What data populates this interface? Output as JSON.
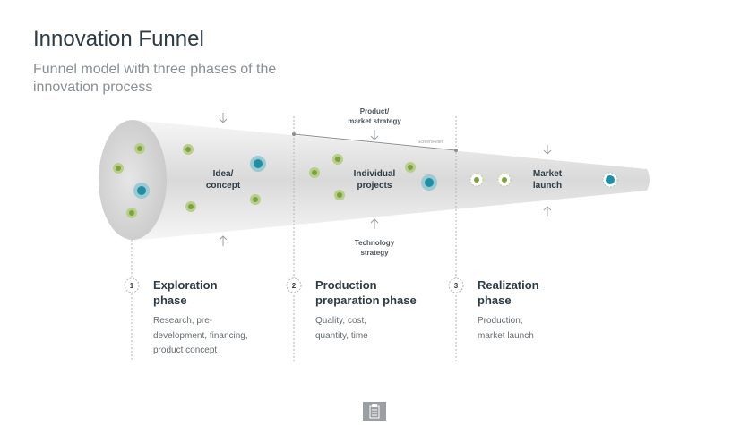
{
  "title": "Innovation Funnel",
  "subtitle": "Funnel model with three phases of the innovation process",
  "funnel": {
    "stage1": {
      "label_line1": "Idea/",
      "label_line2": "concept"
    },
    "stage2": {
      "label_line1": "Individual",
      "label_line2": "projects"
    },
    "stage3": {
      "label_line1": "Market",
      "label_line2": "launch"
    },
    "top_input": {
      "line1": "Product/",
      "line2": "market strategy"
    },
    "bottom_input": {
      "line1": "Technology",
      "line2": "strategy"
    },
    "screen_filter": "Screen/Filter"
  },
  "phases": [
    {
      "number": "1",
      "title_line1": "Exploration",
      "title_line2": "phase",
      "desc_lines": [
        "Research, pre-",
        "development, financing,",
        "product concept"
      ]
    },
    {
      "number": "2",
      "title_line1": "Production",
      "title_line2": "preparation phase",
      "desc_lines": [
        "Quality, cost,",
        "quantity, time"
      ]
    },
    {
      "number": "3",
      "title_line1": "Realization",
      "title_line2": "phase",
      "desc_lines": [
        "Production,",
        "market launch"
      ]
    }
  ],
  "colors": {
    "green": "#7ea13f",
    "green_fill": "#b7cf8a",
    "teal": "#1f8fa3",
    "teal_fill": "#9bcad4"
  }
}
